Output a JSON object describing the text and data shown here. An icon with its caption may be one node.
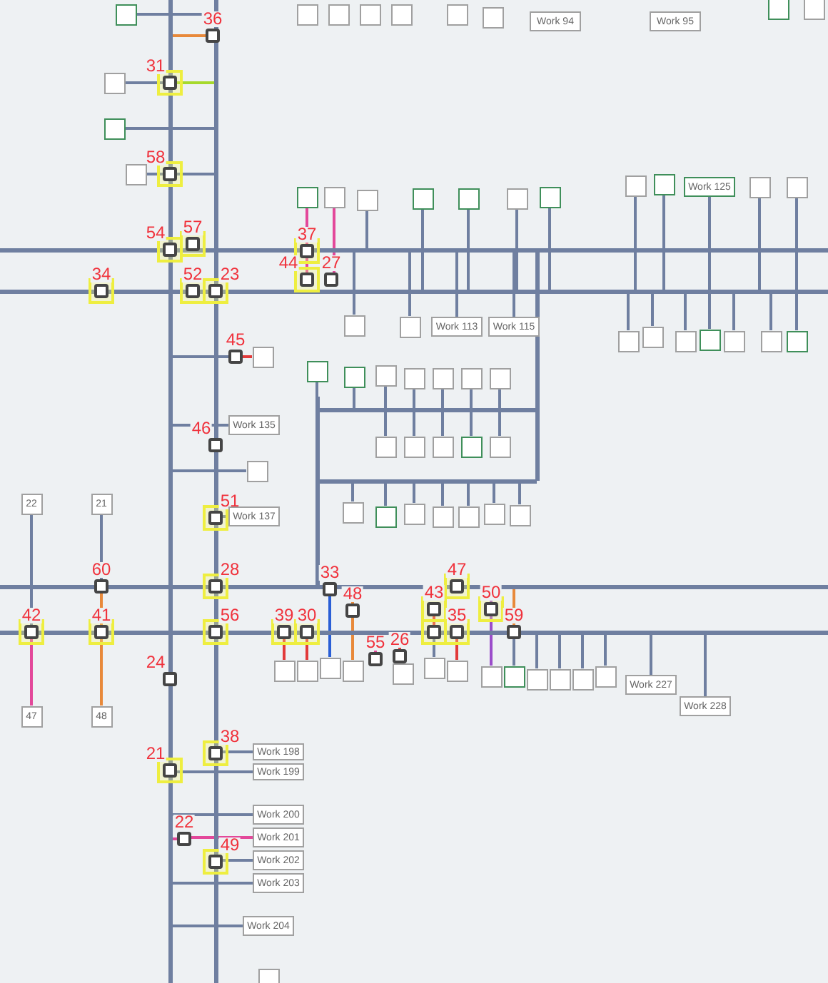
{
  "diagram": {
    "nodes": [
      {
        "text": [],
        "shape": "bar"
      },
      {
        "text": [],
        "shape": "bar"
      },
      {
        "text": [],
        "shape": "bar"
      },
      {
        "text": [],
        "shape": "bar"
      },
      {
        "text": [],
        "shape": "bar"
      },
      {
        "text": [],
        "shape": "bar"
      },
      {
        "text": [],
        "shape": "bar"
      },
      {
        "text": [],
        "shape": "bar"
      },
      {
        "text": [],
        "shape": "bar"
      },
      {
        "text": [],
        "shape": "bar"
      },
      {
        "text": [
          "36"
        ]
      },
      {
        "text": [
          "31"
        ]
      },
      {
        "text": [
          "58"
        ]
      },
      {
        "text": [
          "54"
        ]
      },
      {
        "text": [
          "57"
        ]
      },
      {
        "text": [
          "34"
        ]
      },
      {
        "text": [
          "52"
        ]
      },
      {
        "text": [
          "23"
        ]
      },
      {
        "text": [
          "37"
        ]
      },
      {
        "text": [
          "44"
        ]
      },
      {
        "text": [
          "27"
        ]
      },
      {
        "text": [
          "45"
        ]
      },
      {
        "text": [
          "46"
        ]
      },
      {
        "text": [
          "51"
        ]
      },
      {
        "text": [
          "28"
        ]
      },
      {
        "text": [
          "60"
        ]
      },
      {
        "text": [
          "33"
        ]
      },
      {
        "text": [
          "48"
        ]
      },
      {
        "text": [
          "47"
        ]
      },
      {
        "text": [
          "43"
        ]
      },
      {
        "text": [
          "35"
        ]
      },
      {
        "text": [],
        "shape": "box"
      },
      {
        "text": [
          "50"
        ]
      },
      {
        "text": [
          "59"
        ]
      },
      {
        "text": [
          "42"
        ]
      },
      {
        "text": [
          "41"
        ]
      },
      {
        "text": [
          "56"
        ]
      },
      {
        "text": [
          "39"
        ]
      },
      {
        "text": [
          "30"
        ]
      },
      {
        "text": [
          "55"
        ]
      },
      {
        "text": [
          "26"
        ]
      },
      {
        "text": [
          "24"
        ]
      },
      {
        "text": [
          "38"
        ]
      },
      {
        "text": [
          "21"
        ]
      },
      {
        "text": [
          "22"
        ]
      },
      {
        "text": [
          "49"
        ]
      },
      {
        "text": [],
        "shape": "box"
      },
      {
        "text": [],
        "shape": "box"
      },
      {
        "text": [],
        "shape": "box"
      },
      {
        "text": [],
        "shape": "box"
      },
      {
        "text": [],
        "shape": "box"
      },
      {
        "text": [],
        "shape": "box"
      },
      {
        "text": [
          "Work 94"
        ]
      },
      {
        "text": [
          "Work 95"
        ]
      },
      {
        "text": [],
        "shape": "box"
      },
      {
        "text": [],
        "shape": "box"
      },
      {
        "text": [],
        "shape": "box"
      },
      {
        "text": [],
        "shape": "box"
      },
      {
        "text": [],
        "shape": "box"
      },
      {
        "text": [],
        "shape": "box"
      },
      {
        "text": [],
        "shape": "box"
      },
      {
        "text": [],
        "shape": "box"
      },
      {
        "text": [],
        "shape": "box"
      },
      {
        "text": [],
        "shape": "box"
      },
      {
        "text": [],
        "shape": "box"
      },
      {
        "text": [],
        "shape": "box"
      },
      {
        "text": [],
        "shape": "box"
      },
      {
        "text": [],
        "shape": "box"
      },
      {
        "text": [],
        "shape": "box"
      },
      {
        "text": [
          "Work 125"
        ]
      },
      {
        "text": [],
        "shape": "box"
      },
      {
        "text": [],
        "shape": "box"
      },
      {
        "text": [],
        "shape": "box"
      },
      {
        "text": [],
        "shape": "box"
      },
      {
        "text": [
          "Work 113"
        ]
      },
      {
        "text": [
          "Work 115"
        ]
      },
      {
        "text": [],
        "shape": "box"
      },
      {
        "text": [],
        "shape": "box"
      },
      {
        "text": [],
        "shape": "box"
      },
      {
        "text": [],
        "shape": "box"
      },
      {
        "text": [],
        "shape": "box"
      },
      {
        "text": [],
        "shape": "box"
      },
      {
        "text": [],
        "shape": "box"
      },
      {
        "text": [],
        "shape": "box"
      },
      {
        "text": [
          "Work 135"
        ]
      },
      {
        "text": [],
        "shape": "box"
      },
      {
        "text": [
          "Work 137"
        ]
      },
      {
        "text": [],
        "shape": "box"
      },
      {
        "text": [],
        "shape": "box"
      },
      {
        "text": [],
        "shape": "box"
      },
      {
        "text": [],
        "shape": "box"
      },
      {
        "text": [],
        "shape": "box"
      },
      {
        "text": [],
        "shape": "box"
      },
      {
        "text": [],
        "shape": "box"
      },
      {
        "text": [],
        "shape": "box"
      },
      {
        "text": [],
        "shape": "box"
      },
      {
        "text": [],
        "shape": "box"
      },
      {
        "text": [],
        "shape": "box"
      },
      {
        "text": [],
        "shape": "box"
      },
      {
        "text": [],
        "shape": "box"
      },
      {
        "text": [],
        "shape": "box"
      },
      {
        "text": [],
        "shape": "box"
      },
      {
        "text": [],
        "shape": "box"
      },
      {
        "text": [],
        "shape": "box"
      },
      {
        "text": [],
        "shape": "box"
      },
      {
        "text": [],
        "shape": "box"
      },
      {
        "text": [
          "22"
        ]
      },
      {
        "text": [
          "21"
        ]
      },
      {
        "text": [
          "47"
        ]
      },
      {
        "text": [
          "48"
        ]
      },
      {
        "text": [],
        "shape": "box"
      },
      {
        "text": [],
        "shape": "box"
      },
      {
        "text": [],
        "shape": "box"
      },
      {
        "text": [],
        "shape": "box"
      },
      {
        "text": [],
        "shape": "box"
      },
      {
        "text": [],
        "shape": "box"
      },
      {
        "text": [],
        "shape": "box"
      },
      {
        "text": [],
        "shape": "box"
      },
      {
        "text": [],
        "shape": "box"
      },
      {
        "text": [],
        "shape": "box"
      },
      {
        "text": [],
        "shape": "box"
      },
      {
        "text": [],
        "shape": "box"
      },
      {
        "text": [],
        "shape": "box"
      },
      {
        "text": [
          "Work 227"
        ]
      },
      {
        "text": [
          "Work 228"
        ]
      },
      {
        "text": [
          "Work 198"
        ]
      },
      {
        "text": [
          "Work 199"
        ]
      },
      {
        "text": [
          "Work 200"
        ]
      },
      {
        "text": [
          "Work 201"
        ]
      },
      {
        "text": [
          "Work 202"
        ]
      },
      {
        "text": [
          "Work 203"
        ]
      },
      {
        "text": [
          "Work 204"
        ]
      },
      {
        "text": [],
        "shape": "box"
      }
    ],
    "edges": [
      {
        "from": 0,
        "to": 10,
        "arrow": "none",
        "color": "#e8893a"
      },
      {
        "from": 56,
        "to": 1,
        "arrow": "none"
      },
      {
        "from": 57,
        "to": 11,
        "arrow": "none"
      },
      {
        "from": 11,
        "to": 1,
        "arrow": "none",
        "color": "#a6d92b"
      },
      {
        "from": 58,
        "to": 1,
        "arrow": "none"
      },
      {
        "from": 59,
        "to": 12,
        "arrow": "none"
      },
      {
        "from": 12,
        "to": 1,
        "arrow": "none"
      },
      {
        "from": 60,
        "to": 18,
        "arrow": "none",
        "color": "#e3489a"
      },
      {
        "from": 18,
        "to": 19,
        "arrow": "none",
        "color": "#e3489a"
      },
      {
        "from": 61,
        "to": 20,
        "arrow": "none",
        "color": "#e3489a"
      },
      {
        "from": 62,
        "to": 2,
        "arrow": "none"
      },
      {
        "from": 63,
        "to": 3,
        "arrow": "none"
      },
      {
        "from": 64,
        "to": 3,
        "arrow": "none"
      },
      {
        "from": 65,
        "to": 3,
        "arrow": "none"
      },
      {
        "from": 66,
        "to": 3,
        "arrow": "none"
      },
      {
        "from": 67,
        "to": 3,
        "arrow": "none"
      },
      {
        "from": 68,
        "to": 3,
        "arrow": "none"
      },
      {
        "from": 69,
        "to": 3,
        "arrow": "none"
      },
      {
        "from": 70,
        "to": 3,
        "arrow": "none"
      },
      {
        "from": 71,
        "to": 3,
        "arrow": "none"
      },
      {
        "from": 72,
        "to": 2,
        "arrow": "none"
      },
      {
        "from": 73,
        "to": 2,
        "arrow": "none"
      },
      {
        "from": 74,
        "to": 2,
        "arrow": "none"
      },
      {
        "from": 75,
        "to": 2,
        "arrow": "none"
      },
      {
        "from": 76,
        "to": 3,
        "arrow": "none"
      },
      {
        "from": 77,
        "to": 3,
        "arrow": "none"
      },
      {
        "from": 78,
        "to": 3,
        "arrow": "none"
      },
      {
        "from": 79,
        "to": 3,
        "arrow": "none"
      },
      {
        "from": 80,
        "to": 3,
        "arrow": "none"
      },
      {
        "from": 81,
        "to": 3,
        "arrow": "none"
      },
      {
        "from": 82,
        "to": 3,
        "arrow": "none"
      },
      {
        "from": 83,
        "to": 21,
        "arrow": "none",
        "color": "#e23a3a"
      },
      {
        "from": 21,
        "to": 0,
        "arrow": "none"
      },
      {
        "from": 84,
        "to": 0,
        "arrow": "none"
      },
      {
        "from": 85,
        "to": 0,
        "arrow": "none"
      },
      {
        "from": 86,
        "to": 23,
        "arrow": "none"
      },
      {
        "from": 87,
        "to": 6,
        "arrow": "none"
      },
      {
        "from": 88,
        "to": 7,
        "arrow": "none"
      },
      {
        "from": 89,
        "to": 7,
        "arrow": "none"
      },
      {
        "from": 90,
        "to": 7,
        "arrow": "none"
      },
      {
        "from": 91,
        "to": 7,
        "arrow": "none"
      },
      {
        "from": 92,
        "to": 7,
        "arrow": "none"
      },
      {
        "from": 93,
        "to": 7,
        "arrow": "none"
      },
      {
        "from": 94,
        "to": 7,
        "arrow": "none"
      },
      {
        "from": 95,
        "to": 7,
        "arrow": "none"
      },
      {
        "from": 96,
        "to": 7,
        "arrow": "none"
      },
      {
        "from": 97,
        "to": 7,
        "arrow": "none"
      },
      {
        "from": 98,
        "to": 7,
        "arrow": "none"
      },
      {
        "from": 99,
        "to": 8,
        "arrow": "none"
      },
      {
        "from": 100,
        "to": 8,
        "arrow": "none"
      },
      {
        "from": 101,
        "to": 8,
        "arrow": "none"
      },
      {
        "from": 102,
        "to": 8,
        "arrow": "none"
      },
      {
        "from": 103,
        "to": 8,
        "arrow": "none"
      },
      {
        "from": 104,
        "to": 8,
        "arrow": "none"
      },
      {
        "from": 105,
        "to": 8,
        "arrow": "none"
      },
      {
        "from": 106,
        "to": 34,
        "arrow": "none"
      },
      {
        "from": 34,
        "to": 108,
        "arrow": "none",
        "color": "#e3489a"
      },
      {
        "from": 107,
        "to": 25,
        "arrow": "none"
      },
      {
        "from": 25,
        "to": 35,
        "arrow": "none",
        "color": "#e8893a"
      },
      {
        "from": 35,
        "to": 109,
        "arrow": "none",
        "color": "#e8893a"
      },
      {
        "from": 24,
        "to": 27,
        "arrow": "none",
        "color": "#e8893a"
      },
      {
        "from": 26,
        "to": 112,
        "arrow": "none",
        "color": "#2a5fd6"
      },
      {
        "from": 27,
        "to": 113,
        "arrow": "none",
        "color": "#e8893a"
      },
      {
        "from": 37,
        "to": 110,
        "arrow": "none",
        "color": "#e23a3a"
      },
      {
        "from": 38,
        "to": 111,
        "arrow": "none",
        "color": "#e23a3a"
      },
      {
        "from": 39,
        "to": 5,
        "arrow": "none",
        "color": "#e3489a"
      },
      {
        "from": 40,
        "to": 5,
        "arrow": "none",
        "color": "#e23a3a"
      },
      {
        "from": 29,
        "to": 31,
        "arrow": "none",
        "color": "#e23a3a"
      },
      {
        "from": 28,
        "to": 32,
        "arrow": "none",
        "color": "#9b4dca"
      },
      {
        "from": 30,
        "to": 116,
        "arrow": "none",
        "color": "#e23a3a"
      },
      {
        "from": 31,
        "to": 115,
        "arrow": "none"
      },
      {
        "from": 32,
        "to": 117,
        "arrow": "none",
        "color": "#9b4dca"
      },
      {
        "from": 33,
        "to": 4,
        "arrow": "none",
        "color": "#e8893a"
      },
      {
        "from": 118,
        "to": 5,
        "arrow": "none"
      },
      {
        "from": 119,
        "to": 5,
        "arrow": "none"
      },
      {
        "from": 120,
        "to": 5,
        "arrow": "none"
      },
      {
        "from": 121,
        "to": 5,
        "arrow": "none"
      },
      {
        "from": 122,
        "to": 5,
        "arrow": "none"
      },
      {
        "from": 123,
        "to": 5,
        "arrow": "none"
      },
      {
        "from": 124,
        "to": 5,
        "arrow": "none"
      },
      {
        "from": 125,
        "to": 42,
        "arrow": "none"
      },
      {
        "from": 126,
        "to": 43,
        "arrow": "none"
      },
      {
        "from": 127,
        "to": 0,
        "arrow": "none"
      },
      {
        "from": 128,
        "to": 44,
        "arrow": "none",
        "color": "#e3489a"
      },
      {
        "from": 44,
        "to": 0,
        "arrow": "none",
        "color": "#e3489a"
      },
      {
        "from": 129,
        "to": 45,
        "arrow": "none"
      },
      {
        "from": 130,
        "to": 0,
        "arrow": "none"
      },
      {
        "from": 131,
        "to": 0,
        "arrow": "none"
      }
    ]
  }
}
